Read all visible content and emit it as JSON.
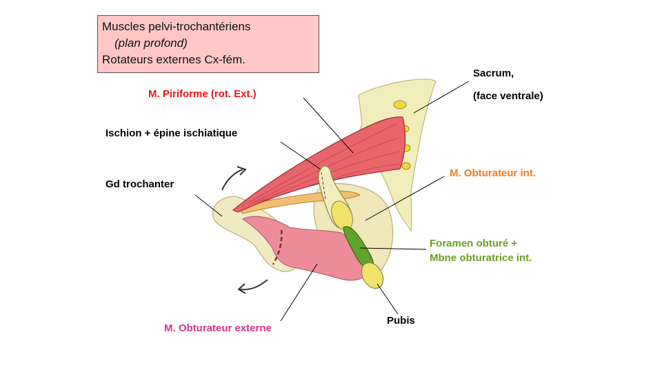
{
  "title_box": {
    "line1": "Muscles pelvi-trochantériens",
    "line2": "(plan profond)",
    "line3": "Rotateurs externes Cx-fém."
  },
  "labels": {
    "piriforme": "M. Piriforme (rot. Ext.)",
    "ischion": "Ischion + épine ischiatique",
    "gd_trochanter": "Gd trochanter",
    "sacrum_1": "Sacrum,",
    "sacrum_2": "(face  ventrale)",
    "obturateur_int": "M. Obturateur int.",
    "foramen_1": "Foramen obturé +",
    "foramen_2": "Mbne obturatrice int.",
    "pubis": "Pubis",
    "obturateur_ext": "M. Obturateur externe"
  },
  "colors": {
    "piriforme": "#e8151b",
    "obturateur_int": "#f07c1c",
    "foramen": "#6aa121",
    "obturateur_ext": "#d0368f",
    "default_label": "#000000",
    "title_box_bg": "#ffc7c7"
  }
}
